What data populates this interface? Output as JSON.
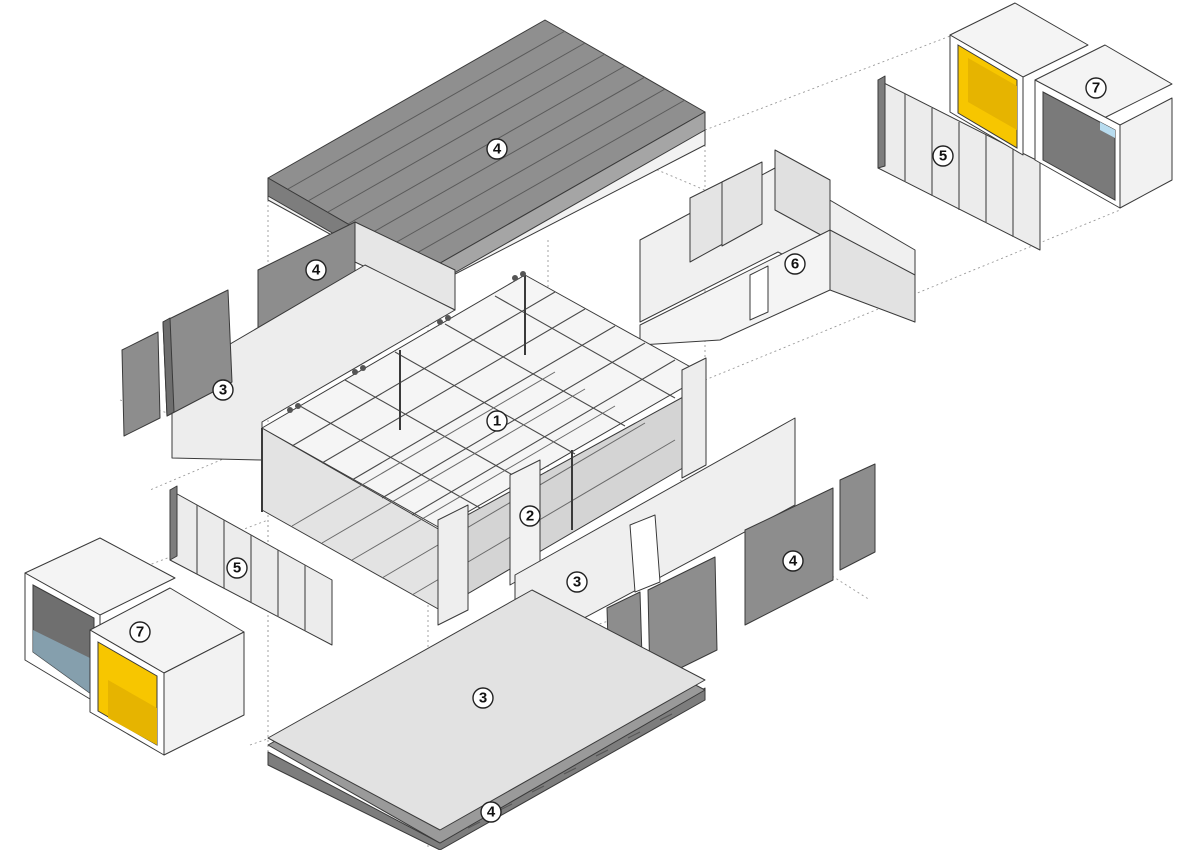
{
  "diagram": {
    "callouts": [
      {
        "id": "frame",
        "text": "1"
      },
      {
        "id": "columns",
        "text": "2"
      },
      {
        "id": "wall-left",
        "text": "3"
      },
      {
        "id": "wall-front",
        "text": "3"
      },
      {
        "id": "floor",
        "text": "3"
      },
      {
        "id": "roof-cladding",
        "text": "4"
      },
      {
        "id": "back-wall-cladding",
        "text": "4"
      },
      {
        "id": "side-cladding",
        "text": "4"
      },
      {
        "id": "floor-cladding",
        "text": "4"
      },
      {
        "id": "glazing-left",
        "text": "5"
      },
      {
        "id": "glazing-right",
        "text": "5"
      },
      {
        "id": "partitions",
        "text": "6"
      },
      {
        "id": "pod-left",
        "text": "7"
      },
      {
        "id": "pod-right",
        "text": "7"
      }
    ],
    "colors": {
      "accent_yellow": "#f7c600",
      "panel_dark": "#8d8d8d",
      "panel_mid": "#a9a9a9",
      "panel_light": "#ececec",
      "frame": "#d7d7d7",
      "line": "#3a3a3a"
    }
  }
}
